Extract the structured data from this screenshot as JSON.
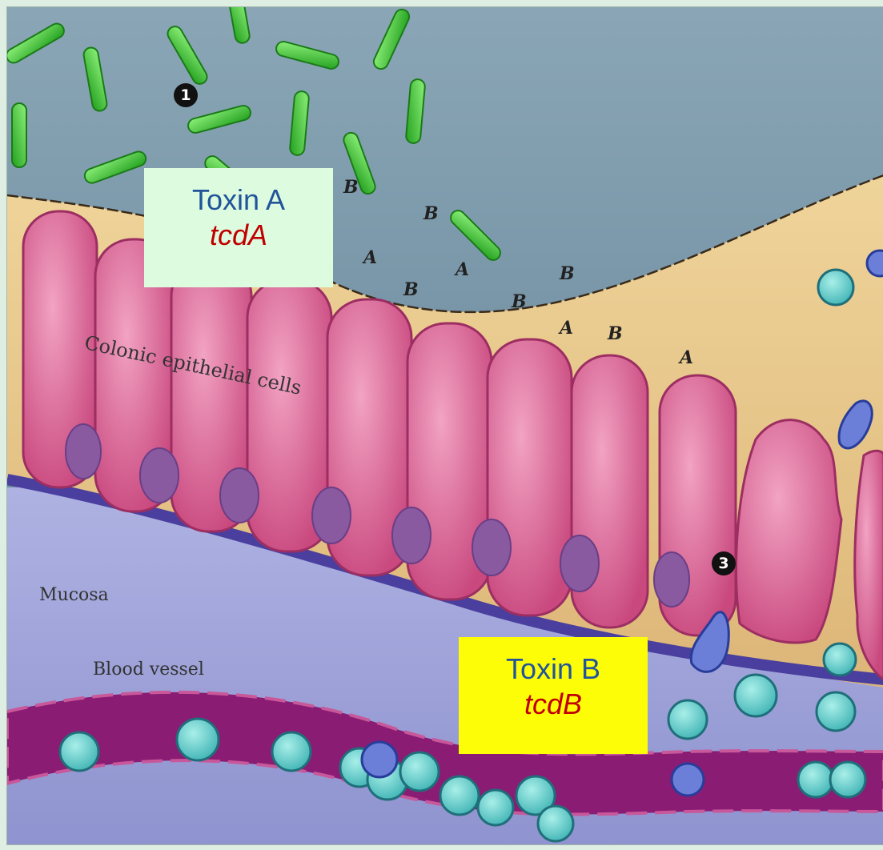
{
  "labels": {
    "toxin_a": {
      "title": "Toxin A",
      "gene": "tcdA"
    },
    "toxin_b": {
      "title": "Toxin B",
      "gene": "tcdB"
    },
    "colonic_cells": "Colonic epithelial cells",
    "mucosa": "Mucosa",
    "blood_vessel": "Blood vessel"
  },
  "steps": [
    "1",
    "3"
  ],
  "toxin_letters": [
    "B",
    "B",
    "A",
    "A",
    "B",
    "B",
    "B",
    "A",
    "B",
    "A"
  ],
  "colors": {
    "background_lumen": "#5f7f94",
    "mucus_layer": "#e8c98a",
    "epithelial_cell": "#d65c8e",
    "nucleus": "#8b5b9e",
    "mucosa": "#9ea2d8",
    "blood_vessel": "#8a1c74",
    "bacteria": "#33c02e",
    "gene_text": "#c00000",
    "title_text": "#21549a",
    "toxin_a_box": "#ddfbdf",
    "toxin_b_box": "#fdfd07"
  }
}
